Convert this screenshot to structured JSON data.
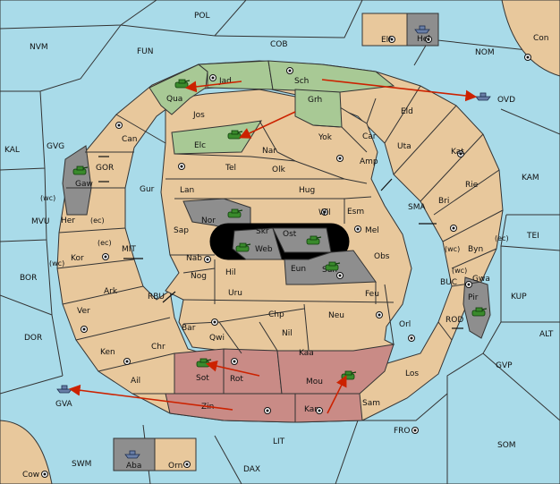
{
  "map": {
    "sea_labels": [
      "POL",
      "NVM",
      "FUN",
      "COB",
      "NOM",
      "KAL",
      "GVG",
      "GOR",
      "MVU",
      "MIT",
      "BOR",
      "RBU",
      "DOR",
      "SMA",
      "TEI",
      "BUC",
      "KUP",
      "ROD",
      "ALT",
      "GVP",
      "KAM",
      "FRO",
      "SOM",
      "LIT",
      "DAX",
      "SWM",
      "GVA",
      "OVD"
    ],
    "land_labels": [
      "Jad",
      "Sch",
      "Qua",
      "Jos",
      "Grh",
      "Can",
      "Elc",
      "Nar",
      "Yok",
      "Car",
      "Eld",
      "Uta",
      "Kat",
      "Gaw",
      "Gur",
      "Tel",
      "Olk",
      "Amp",
      "Rie",
      "Lan",
      "Hug",
      "Her",
      "Nor",
      "Skr",
      "Wil",
      "Esm",
      "Bri",
      "Sap",
      "Ost",
      "Mel",
      "Kor",
      "Web",
      "Byn",
      "Nab",
      "Eun",
      "Sun",
      "Obs",
      "Gwa",
      "Ark",
      "Hil",
      "Nog",
      "Uru",
      "Feu",
      "Pir",
      "Ver",
      "Chp",
      "Neu",
      "Bar",
      "Qwi",
      "Nil",
      "Orl",
      "Ken",
      "Chr",
      "Kaa",
      "Sot",
      "Rot",
      "Los",
      "Ail",
      "Mou",
      "Zin",
      "Sam",
      "Kar",
      "Elf",
      "Hel",
      "Con",
      "Cow",
      "Aba",
      "Orn"
    ],
    "coast_tags": [
      "(wc)",
      "(ec)",
      "(wc)",
      "(ec)",
      "(wc)",
      "(wc)",
      "(ec)"
    ],
    "colors": {
      "sea": "#a9dbe9",
      "land": "#e8c89c",
      "green": "#a8c995",
      "grey": "#8e8e8e",
      "red": "#c98b86",
      "order_arrow": "#cc2200"
    },
    "unit_icons": [
      "army-icon",
      "fleet-icon"
    ]
  }
}
